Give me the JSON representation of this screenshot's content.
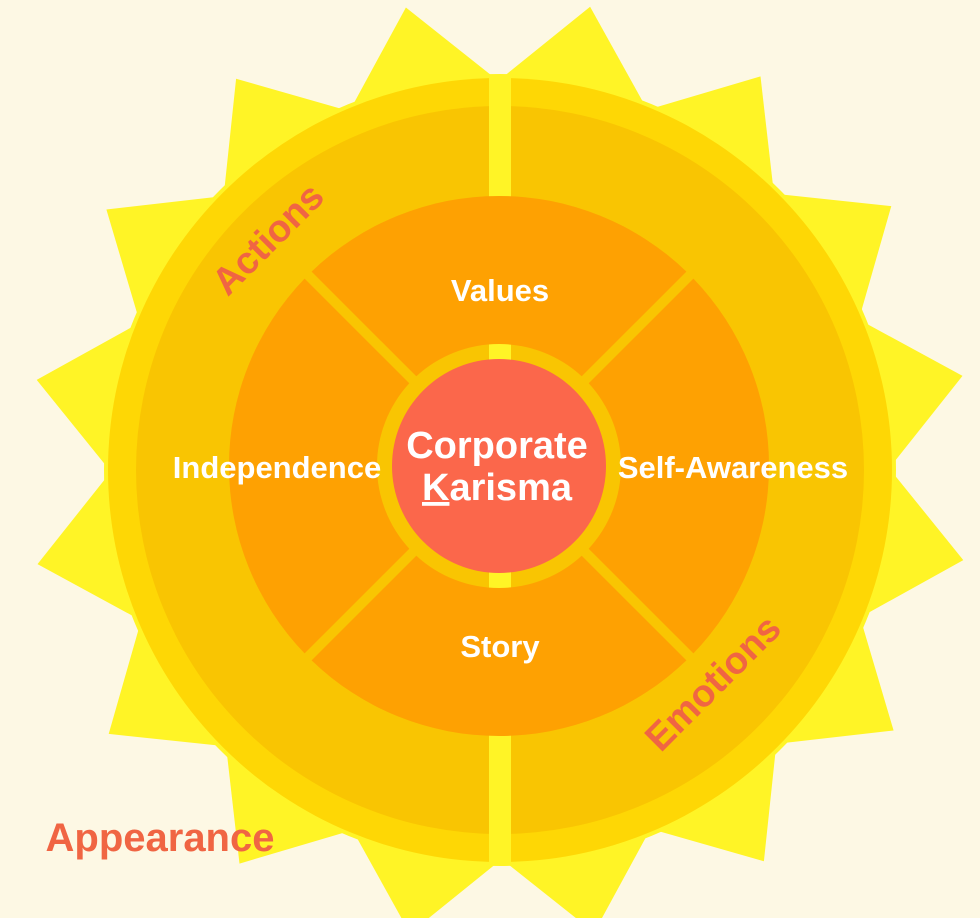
{
  "center": {
    "line1": "Corporate",
    "line2_initial": "K",
    "line2_rest": "arisma"
  },
  "inner_segments": {
    "top": "Values",
    "right": "Self-Awareness",
    "bottom": "Story",
    "left": "Independence"
  },
  "outer_labels": {
    "actions": "Actions",
    "emotions": "Emotions",
    "appearance": "Appearance"
  },
  "colors": {
    "background": "#fdf8e4",
    "rays": "#fff426",
    "outer_ring": "#fed705",
    "inner_ring": "#f9c502",
    "segments": "#fea102",
    "core": "#fb674b",
    "accent_text": "#f06543",
    "label_text": "#ffffff"
  }
}
